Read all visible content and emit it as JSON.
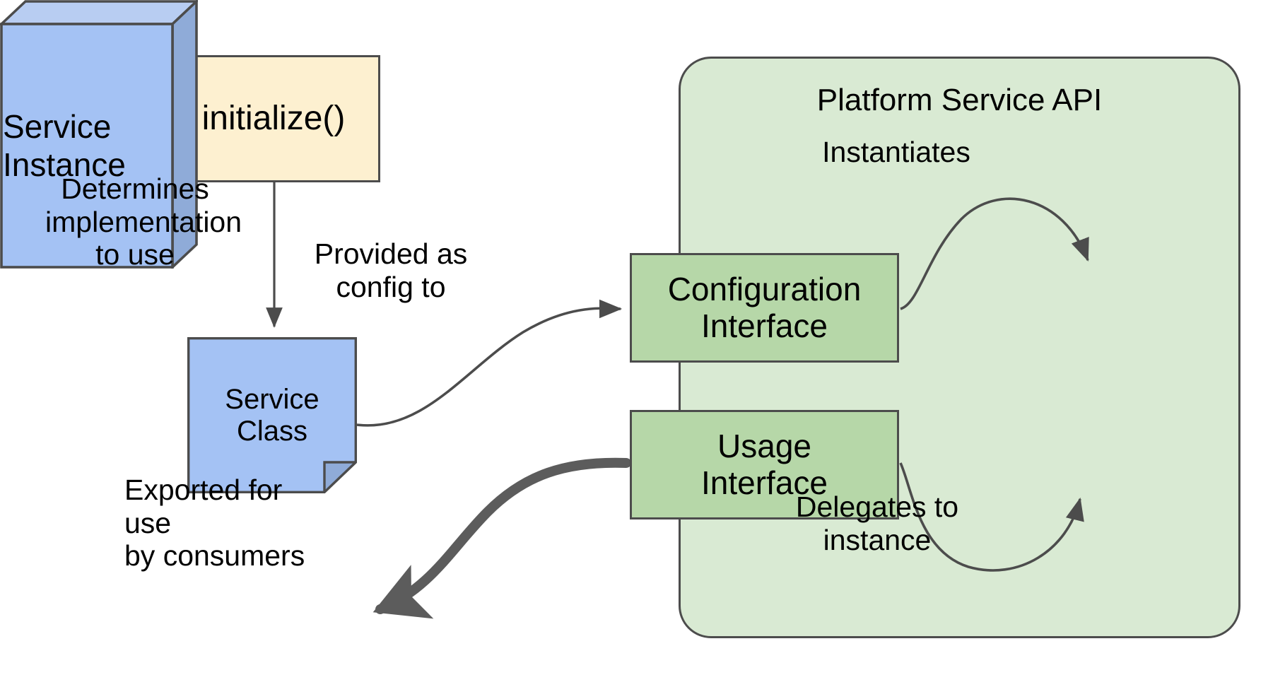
{
  "diagram": {
    "title": "Platform Service API service lifecycle diagram",
    "background": "#ffffff",
    "colors": {
      "container_fill": "#d9ead3",
      "interface_fill": "#b6d7a8",
      "note_fill": "#fdf0d0",
      "class_fill": "#a4c2f4",
      "cube_top_fill": "#b8cdf2",
      "cube_side_fill": "#8fabd8",
      "stroke": "#4c4c4c",
      "text": "#000000"
    }
  },
  "nodes": {
    "initialize": {
      "label": "initialize()",
      "shape": "rectangle",
      "fill": "#fdf0d0"
    },
    "service_class": {
      "label": "Service\nClass",
      "shape": "note",
      "fill": "#a4c2f4"
    },
    "api_container": {
      "label": "Platform Service API",
      "shape": "rounded-rectangle",
      "fill": "#d9ead3"
    },
    "configuration_interface": {
      "label": "Configuration\nInterface",
      "shape": "rectangle",
      "fill": "#b6d7a8"
    },
    "usage_interface": {
      "label": "Usage\nInterface",
      "shape": "rectangle",
      "fill": "#b6d7a8"
    },
    "service_instance": {
      "label": "Service\nInstance",
      "shape": "cube-3d",
      "fill": "#a4c2f4"
    }
  },
  "edges": {
    "determines": {
      "label": "Determines\nimplementation\nto use",
      "from": "initialize",
      "to": "service_class",
      "style": "straight-arrow"
    },
    "provided_as_config": {
      "label": "Provided as\nconfig to",
      "from": "service_class",
      "to": "configuration_interface",
      "style": "curved-arrow"
    },
    "instantiates": {
      "label": "Instantiates",
      "from": "configuration_interface",
      "to": "service_instance",
      "style": "curved-arrow"
    },
    "delegates": {
      "label": "Delegates to instance",
      "from": "usage_interface",
      "to": "service_instance",
      "style": "curved-arrow"
    },
    "exported": {
      "label": "Exported for use\nby consumers",
      "from": "usage_interface",
      "to": "consumers",
      "style": "thick-curved-arrow"
    }
  }
}
